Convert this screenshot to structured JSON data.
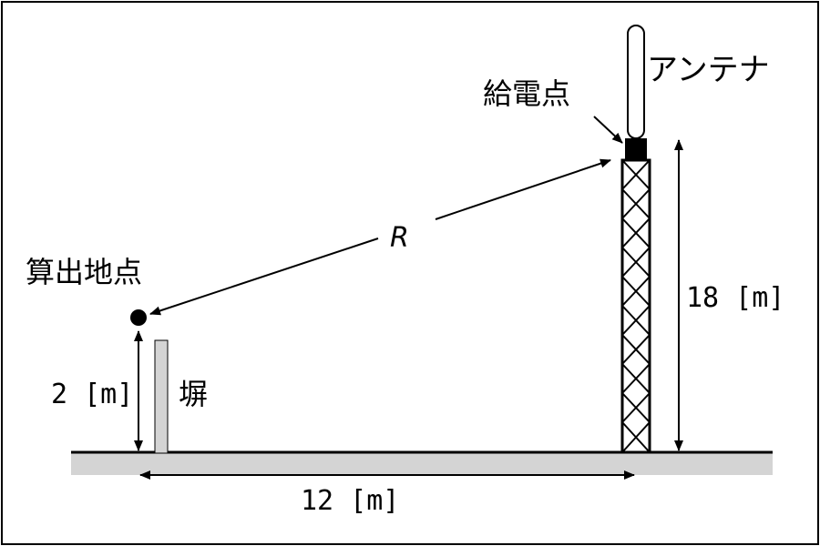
{
  "labels": {
    "antenna": "アンテナ",
    "feed_point": "給電点",
    "distance_symbol": "R",
    "calc_point": "算出地点",
    "tower_height": "18 [m]",
    "point_height": "2 [m]",
    "wall": "塀",
    "horizontal_distance": "12 [m]"
  }
}
